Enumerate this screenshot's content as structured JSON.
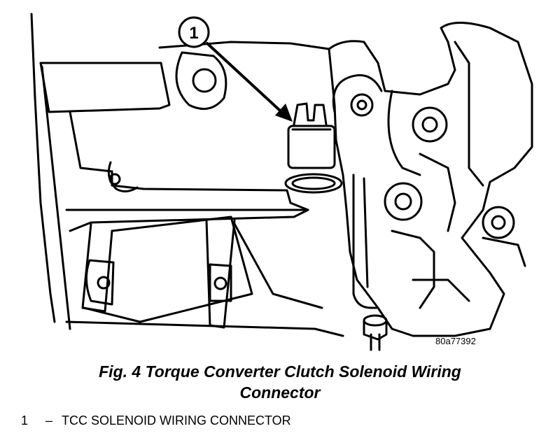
{
  "callout_number": "1",
  "figure_code": "80a77392",
  "caption": {
    "line1": "Fig. 4 Torque Converter Clutch Solenoid Wiring",
    "line2": "Connector"
  },
  "legend": [
    {
      "number": "1",
      "separator": "–",
      "text": "TCC SOLENOID WIRING CONNECTOR"
    }
  ]
}
